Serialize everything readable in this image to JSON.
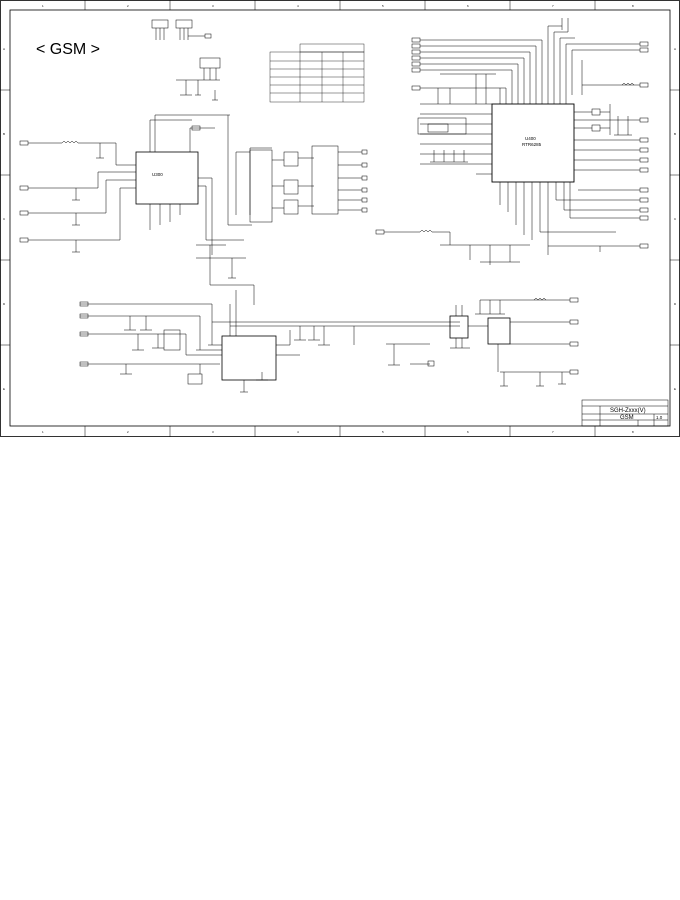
{
  "sheet": {
    "title": "< GSM >",
    "ruler_top": [
      "1",
      "2",
      "3",
      "4",
      "5",
      "6",
      "7",
      "8"
    ],
    "ruler_side": [
      "A",
      "B",
      "C",
      "D",
      "E"
    ],
    "title_block": {
      "project": "SGH-Zxxx(V)",
      "page_name": "GSM",
      "rev": "1.0"
    },
    "chips": {
      "transceiver": {
        "ref": "U400",
        "part": "RTR6285"
      },
      "pa_module": {
        "ref": "U300"
      }
    }
  }
}
